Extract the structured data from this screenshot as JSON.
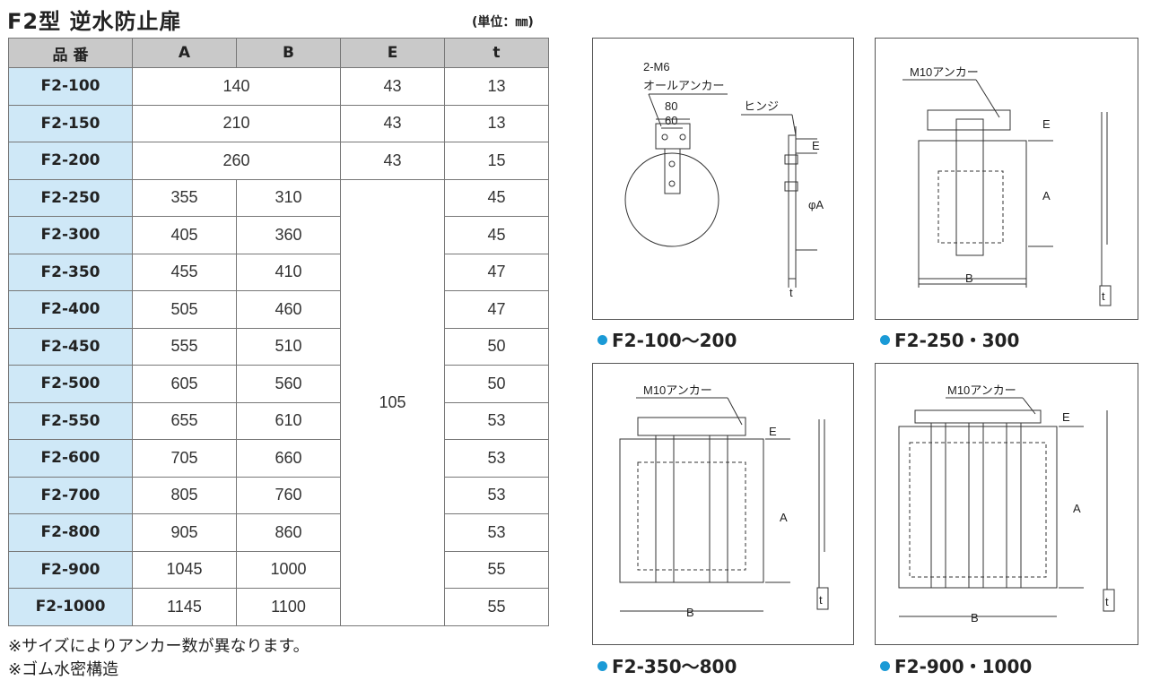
{
  "title": "F2型 逆水防止扉",
  "unit": "(単位：㎜)",
  "table": {
    "headers": [
      "品 番",
      "A",
      "B",
      "E",
      "t"
    ],
    "merged_rows": [
      {
        "pn": "F2-100",
        "ab": "140",
        "e": "43",
        "t": "13"
      },
      {
        "pn": "F2-150",
        "ab": "210",
        "e": "43",
        "t": "13"
      },
      {
        "pn": "F2-200",
        "ab": "260",
        "e": "43",
        "t": "15"
      }
    ],
    "rows": [
      {
        "pn": "F2-250",
        "a": "355",
        "b": "310",
        "t": "45"
      },
      {
        "pn": "F2-300",
        "a": "405",
        "b": "360",
        "t": "45"
      },
      {
        "pn": "F2-350",
        "a": "455",
        "b": "410",
        "t": "47"
      },
      {
        "pn": "F2-400",
        "a": "505",
        "b": "460",
        "t": "47"
      },
      {
        "pn": "F2-450",
        "a": "555",
        "b": "510",
        "t": "50"
      },
      {
        "pn": "F2-500",
        "a": "605",
        "b": "560",
        "t": "50"
      },
      {
        "pn": "F2-550",
        "a": "655",
        "b": "610",
        "t": "53"
      },
      {
        "pn": "F2-600",
        "a": "705",
        "b": "660",
        "t": "53"
      },
      {
        "pn": "F2-700",
        "a": "805",
        "b": "760",
        "t": "53"
      },
      {
        "pn": "F2-800",
        "a": "905",
        "b": "860",
        "t": "53"
      },
      {
        "pn": "F2-900",
        "a": "1045",
        "b": "1000",
        "t": "55"
      },
      {
        "pn": "F2-1000",
        "a": "1145",
        "b": "1100",
        "t": "55"
      }
    ],
    "e_merged": "105"
  },
  "notes": [
    "※サイズによりアンカー数が異なります。",
    "※ゴム水密構造"
  ],
  "diagrams": {
    "d1": {
      "caption": "F2-100〜200",
      "label_2m6": "2-M6",
      "label_anchor": "オールアンカー",
      "label_80": "80",
      "label_60": "60",
      "label_hinge": "ヒンジ",
      "label_e": "E",
      "label_phia": "φA",
      "label_t": "t"
    },
    "d2": {
      "caption": "F2-250・300",
      "label_anchor": "M10アンカー",
      "label_e": "E",
      "label_a": "A",
      "label_b": "B",
      "label_t": "t"
    },
    "d3": {
      "caption": "F2-350〜800",
      "label_anchor": "M10アンカー",
      "label_e": "E",
      "label_a": "A",
      "label_b": "B",
      "label_t": "t"
    },
    "d4": {
      "caption": "F2-900・1000",
      "label_anchor": "M10アンカー",
      "label_e": "E",
      "label_a": "A",
      "label_b": "B",
      "label_t": "t"
    }
  },
  "colors": {
    "header_bg": "#c9c9c9",
    "pn_bg": "#cfe8f7",
    "bullet": "#1a9ad6"
  }
}
